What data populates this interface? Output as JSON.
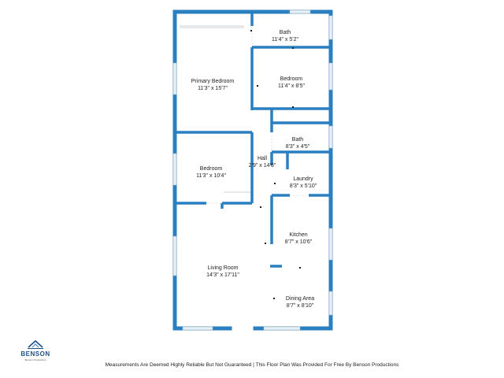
{
  "rooms": {
    "bath_top": {
      "name": "Bath",
      "dims": "11'4\" x 5'2\""
    },
    "primary_bedroom": {
      "name": "Primary Bedroom",
      "dims": "11'3\" x 15'7\""
    },
    "bedroom_right": {
      "name": "Bedroom",
      "dims": "11'4\" x 8'5\""
    },
    "bath_mid": {
      "name": "Bath",
      "dims": "8'3\" x 4'5\""
    },
    "hall": {
      "name": "Hall",
      "dims": "2'9\" x 14'6\""
    },
    "bedroom_left": {
      "name": "Bedroom",
      "dims": "11'3\" x 10'4\""
    },
    "laundry": {
      "name": "Laundry",
      "dims": "8'3\" x 5'10\""
    },
    "kitchen": {
      "name": "Kitchen",
      "dims": "8'7\" x 10'6\""
    },
    "living_room": {
      "name": "Living Room",
      "dims": "14'3\" x 17'11\""
    },
    "dining_area": {
      "name": "Dining Area",
      "dims": "8'7\" x 8'10\""
    }
  },
  "logo": {
    "brand": "BENSON",
    "sub": "Benson Productions"
  },
  "footer": {
    "disclaimer": "Measurements Are Deemed Highly Reliable But Not Guaranteed | This Floor Plan Was Provided For Free By Benson Productions"
  },
  "colors": {
    "wall": "#2a7fc1",
    "window": "#e6f0f6",
    "text": "#222222",
    "brand": "#1d4f8a"
  }
}
